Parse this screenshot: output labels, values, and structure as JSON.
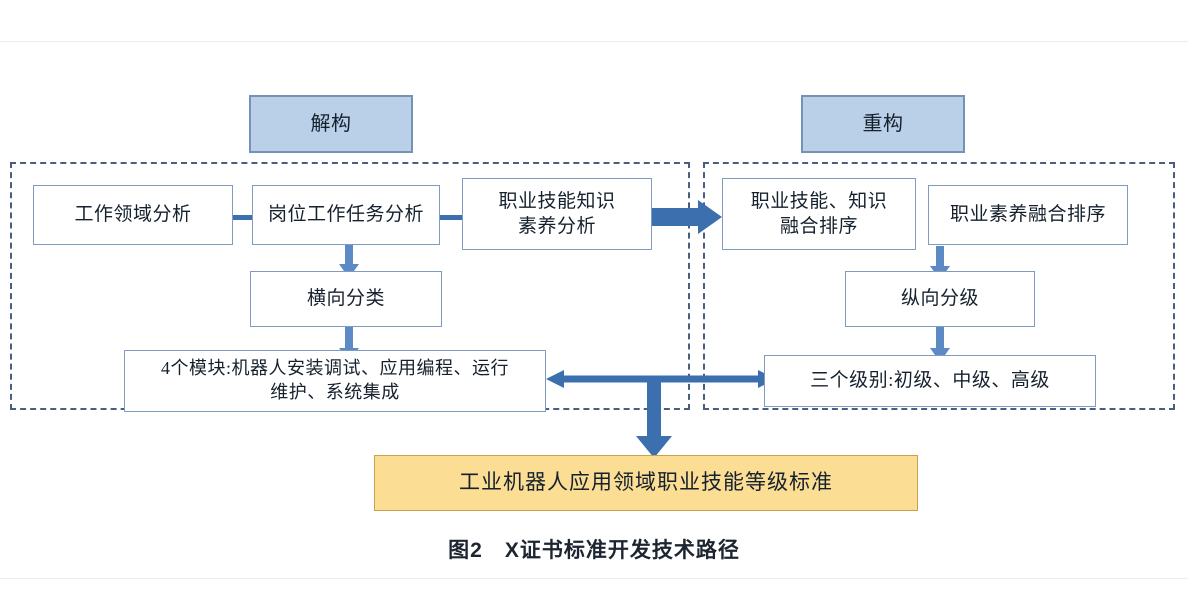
{
  "figure": {
    "caption": "图2　X证书标准开发技术路径",
    "colors": {
      "header_fill": "#b9d0e8",
      "header_stroke": "#7593b5",
      "node_stroke": "#7f9cc0",
      "goal_fill": "#fbdd93",
      "goal_stroke": "#c8a24e",
      "arrow": "#3b6fae",
      "panel_dash": "#4a5f80"
    }
  },
  "groups": {
    "left": {
      "label": "解构"
    },
    "right": {
      "label": "重构"
    }
  },
  "nodes": {
    "work_domain_analysis": {
      "label": "工作领域分析"
    },
    "post_task_analysis": {
      "label": "岗位工作任务分析"
    },
    "skill_knowledge_analysis": {
      "line1": "职业技能知识",
      "line2": "素养分析"
    },
    "horizontal_classification": {
      "label": "横向分类"
    },
    "four_modules": {
      "line1": "4个模块:机器人安装调试、应用编程、运行",
      "line2": "维护、系统集成"
    },
    "skill_knowledge_fusion": {
      "line1": "职业技能、知识",
      "line2": "融合排序"
    },
    "professional_quality_fusion": {
      "label": "职业素养融合排序"
    },
    "vertical_grading": {
      "label": "纵向分级"
    },
    "three_levels": {
      "label": "三个级别:初级、中级、高级"
    },
    "standard_goal": {
      "label": "工业机器人应用领域职业技能等级标准"
    }
  }
}
